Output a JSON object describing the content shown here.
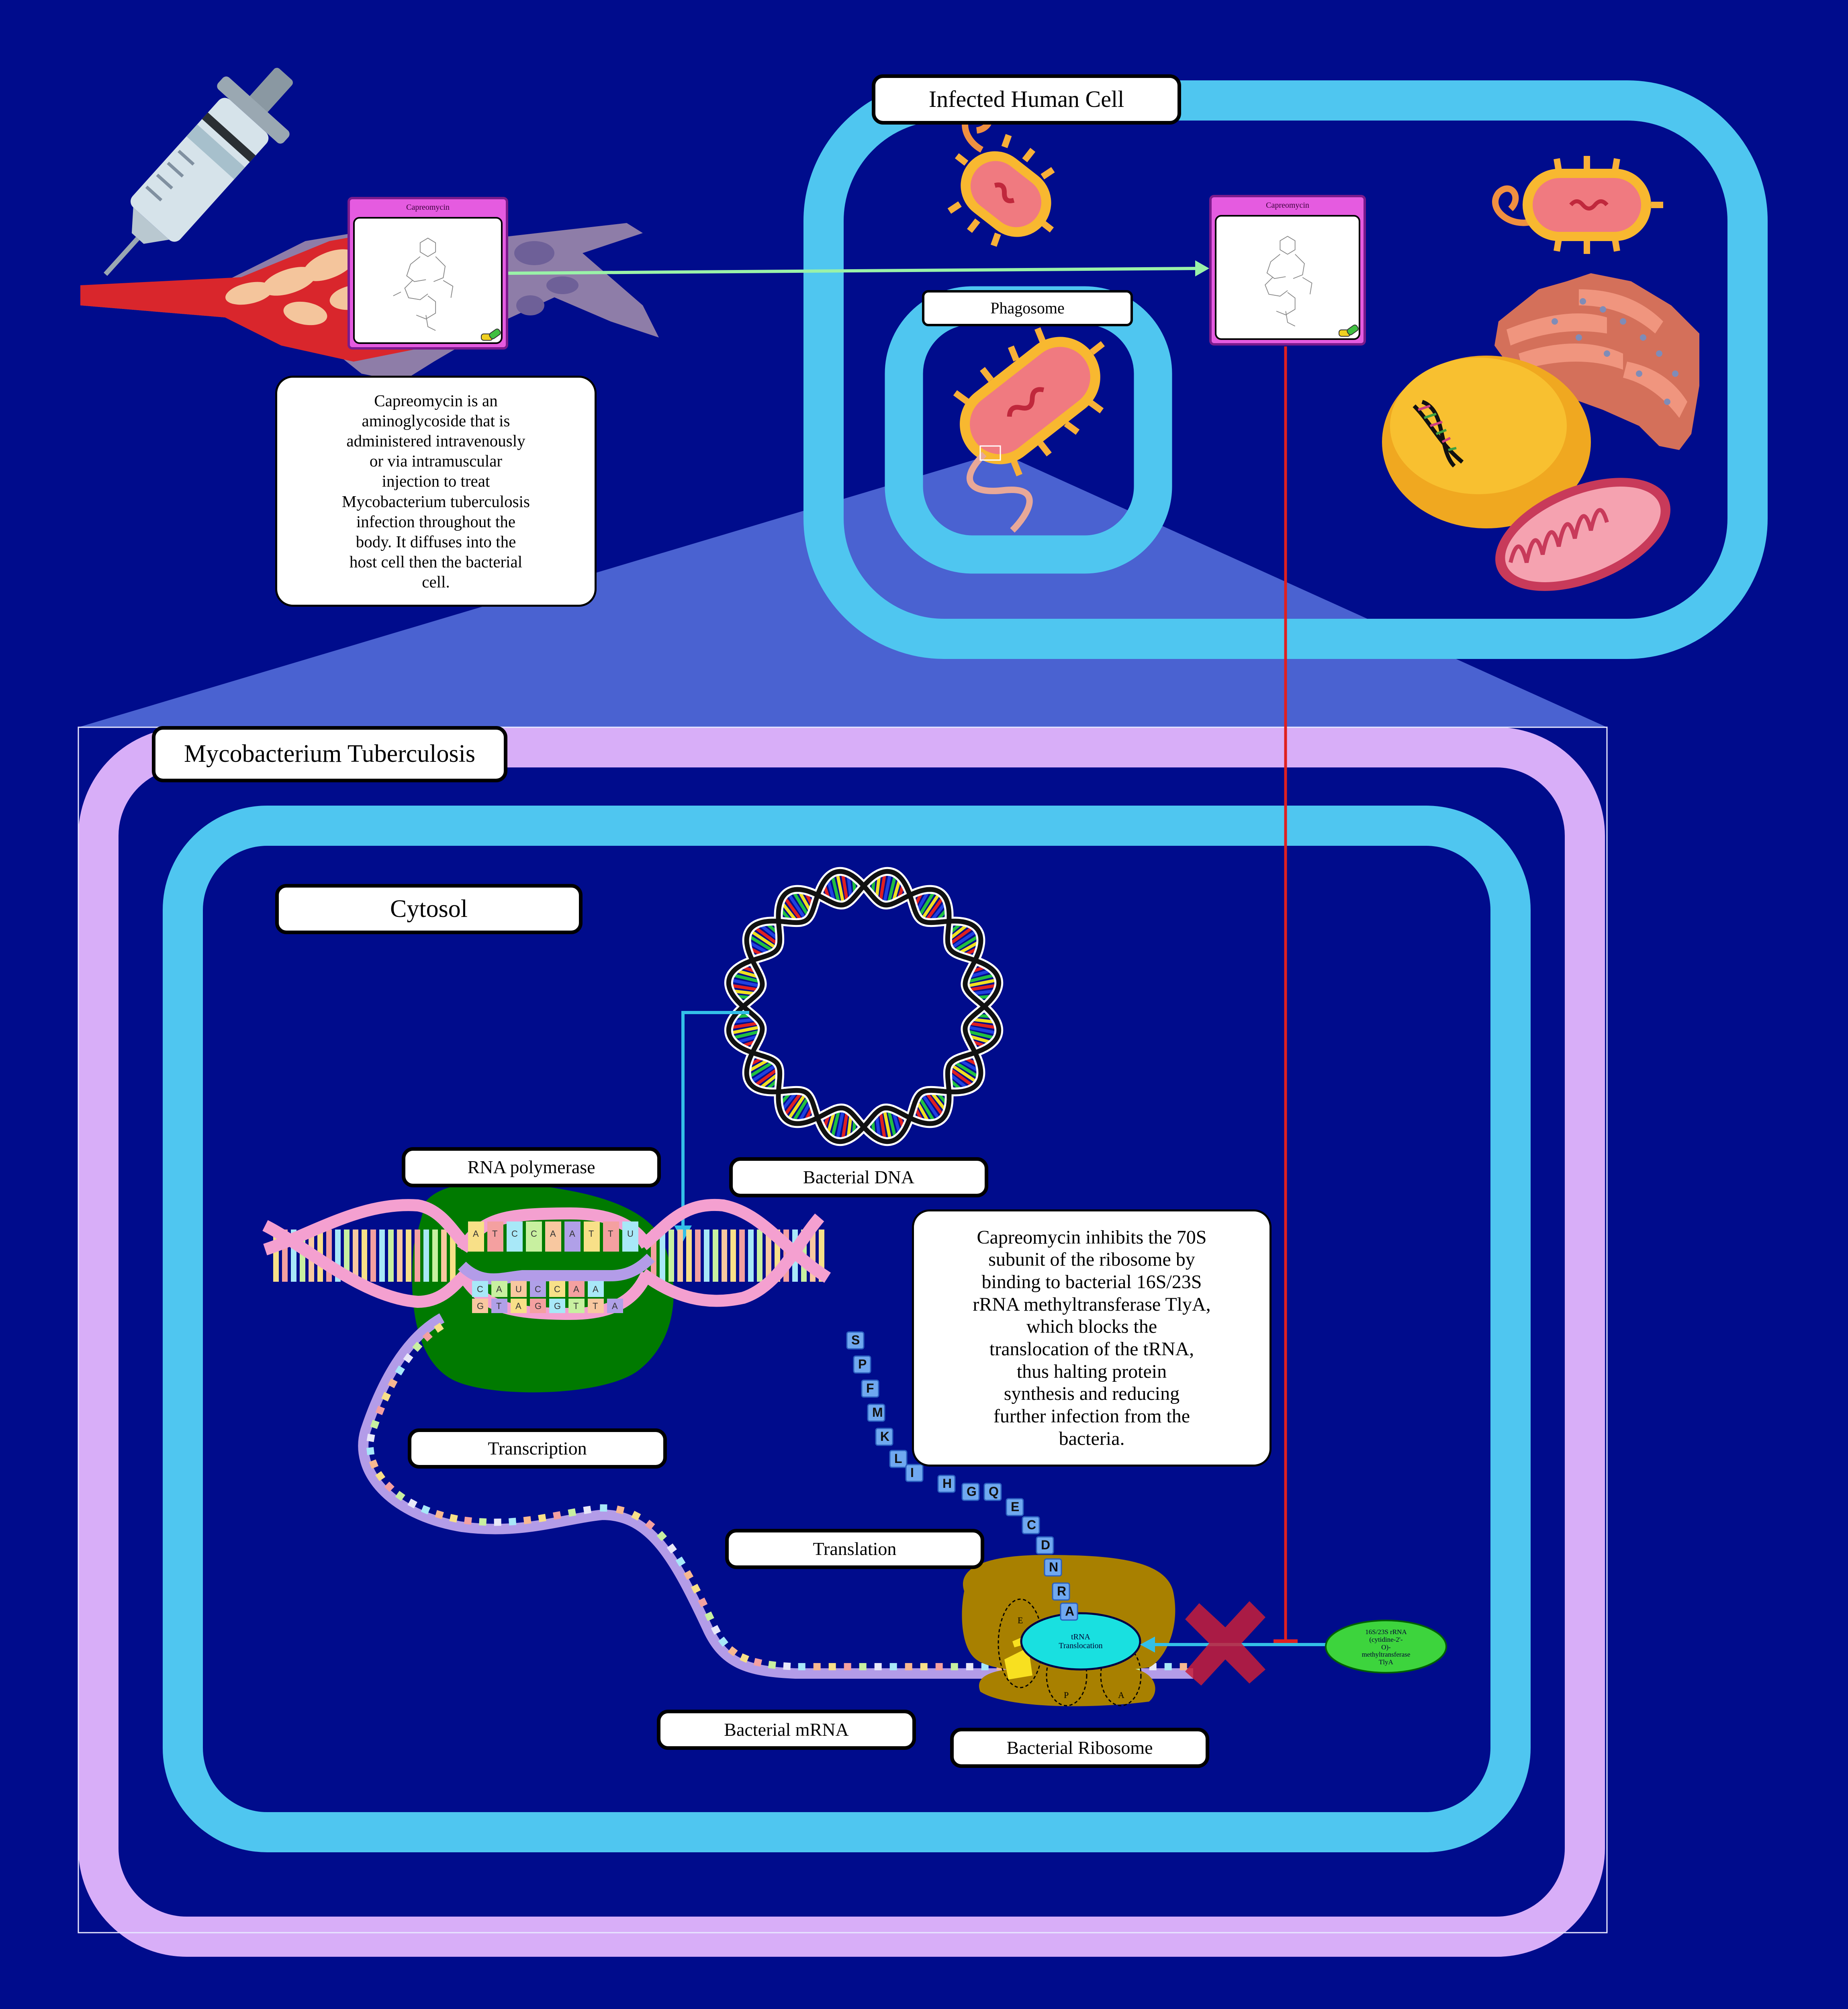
{
  "labels": {
    "infected_cell": "Infected Human Cell",
    "phagosome": "Phagosome",
    "mtb": "Mycobacterium Tuberculosis",
    "cytosol": "Cytosol",
    "rna_polymerase": "RNA polymerase",
    "bacterial_dna": "Bacterial DNA",
    "transcription": "Transcription",
    "translation": "Translation",
    "bacterial_mrna": "Bacterial mRNA",
    "bacterial_ribosome": "Bacterial Ribosome",
    "trna_translocation": "tRNA\nTranslocation",
    "tlya": "16S/23S rRNA\n(cytidine-2'-\nO)-\nmethyltransferase\nTlyA",
    "site_e": "E",
    "site_p": "P",
    "site_a": "A"
  },
  "drug": {
    "name": "Capreomycin",
    "name_cell": "Capreomycin"
  },
  "notes": {
    "admin": "Capreomycin is an\naminoglycoside that is\nadministered intravenously\nor via intramuscular\ninjection to treat\nMycobacterium tuberculosis\ninfection throughout the\nbody. It diffuses into the\nhost cell then the bacterial\ncell.",
    "mechanism": "Capreomycin inhibits the 70S\nsubunit of the ribosome by\nbinding to bacterial 16S/23S\nrRNA methyltransferase TlyA,\nwhich blocks the\ntranslocation of the tRNA,\nthus halting protein\nsynthesis and reducing\nfurther infection from the\nbacteria."
  },
  "peptide": [
    "S",
    "P",
    "F",
    "M",
    "K",
    "L",
    "I",
    "H",
    "G",
    "Q",
    "E",
    "C",
    "D",
    "N",
    "R",
    "A"
  ],
  "bases_top": [
    "A",
    "T",
    "C",
    "C",
    "A",
    "A",
    "T",
    "T",
    "U"
  ],
  "bases_bottom": [
    "G",
    "T",
    "A",
    "G",
    "G",
    "T",
    "T",
    "A"
  ],
  "bases_mid": [
    "C",
    "A",
    "U",
    "C",
    "C",
    "A",
    "A"
  ],
  "colors": {
    "background": "#000C8C",
    "cell_membrane": "#4FC6F0",
    "mtb_wall": "#D8AEF8",
    "card": "#E55BE0",
    "inhibition": "#E02020",
    "arrow_cyan": "#33C0E8",
    "arrow_green": "#9AF2A8",
    "ribosome": "#A88000",
    "rnap": "#007A00",
    "tlya": "#3DD43D",
    "trna": "#19E0E0"
  }
}
